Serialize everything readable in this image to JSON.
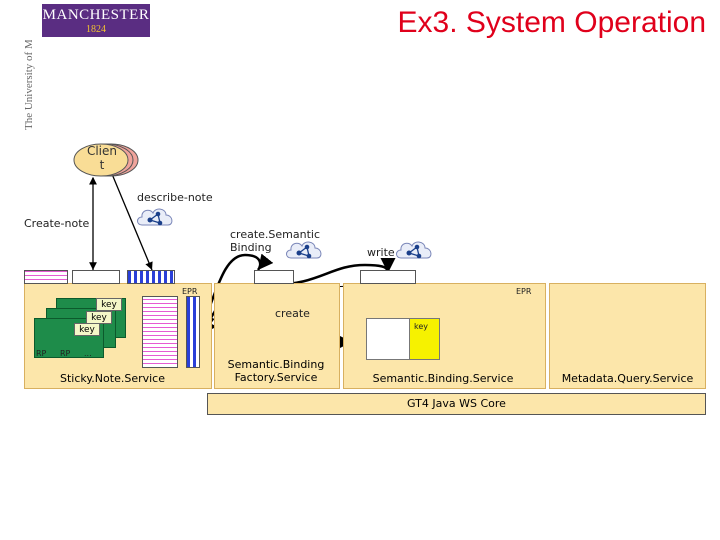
{
  "header": {
    "logo_text": "MANCHESTER",
    "logo_year": "1824",
    "side_text": "The University of Manchester",
    "title": "Ex3. System Operation"
  },
  "client": {
    "label": "Clien\nt"
  },
  "labels": {
    "describe_note": "describe-note",
    "create_note": "Create-note",
    "create_semantic_binding": "create.Semantic\nBinding",
    "write": "write",
    "create": "create",
    "epr_left": "EPR",
    "epr_right": "EPR"
  },
  "sticky": {
    "keys": [
      "key",
      "key",
      "key"
    ],
    "rp_labels": [
      "RP",
      "RP",
      "..."
    ],
    "service_name": "Sticky.Note.Service"
  },
  "factory": {
    "service_name": "Semantic.Binding\nFactory.Service"
  },
  "semantic": {
    "key_label": "key",
    "service_name": "Semantic.Binding.Service"
  },
  "metadata": {
    "service_name": "Metadata.Query.Service"
  },
  "core": {
    "label": "GT4 Java WS Core"
  },
  "colors": {
    "title": "#e0001b",
    "panel": "#fce6aa",
    "client": "#f0a39b",
    "card_green": "#1e8c4a",
    "key_yellow": "#f6f200",
    "logo_purple": "#5a2d82"
  }
}
